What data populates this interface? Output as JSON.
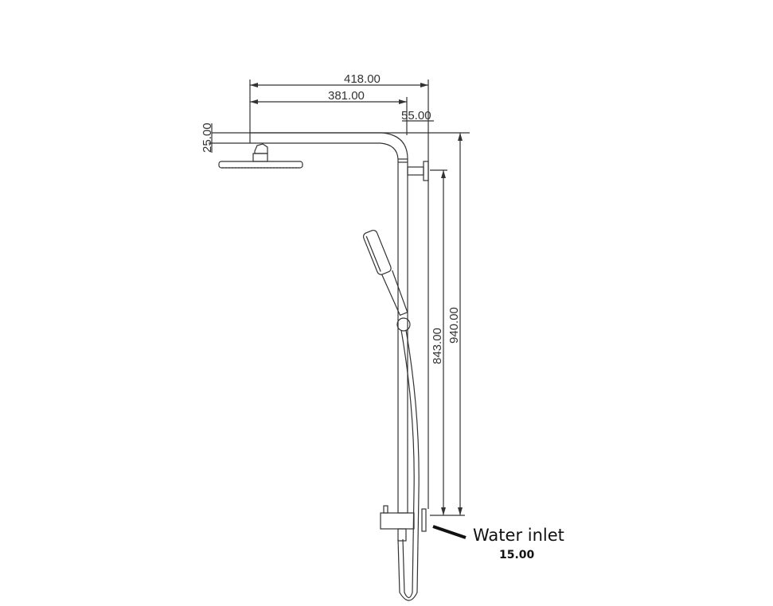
{
  "dimensions": {
    "overall_projection": "418.00",
    "arm_length": "381.00",
    "wall_offset": "55.00",
    "arm_height": "25.00",
    "overall_height": "940.00",
    "bracket_height": "843.00"
  },
  "annotations": {
    "water_inlet_label": "Water inlet",
    "water_inlet_size": "15.00"
  },
  "colors": {
    "line": "#333333",
    "background": "#ffffff"
  }
}
